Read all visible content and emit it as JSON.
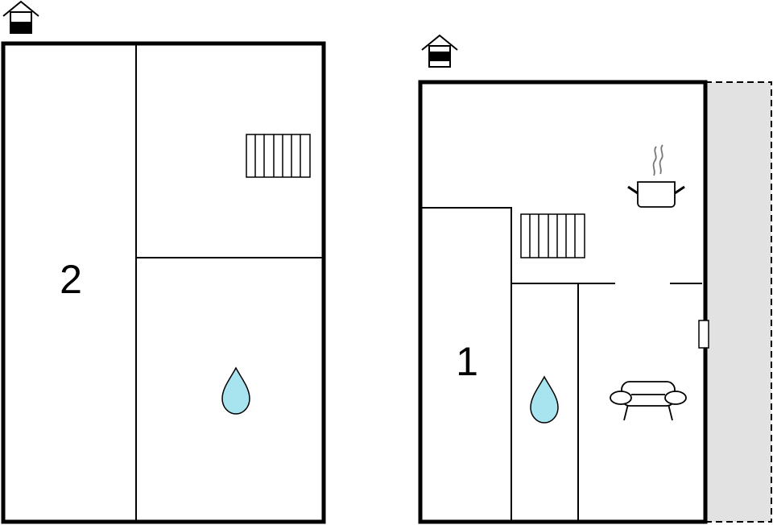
{
  "colors": {
    "wall": "#000000",
    "water_fill": "#a8e4f0",
    "terrace_fill": "#e2e2e2",
    "background": "#ffffff"
  },
  "plans": [
    {
      "id": "upper-floor",
      "floor_icon": "house-upper-floor-icon",
      "rooms": [
        {
          "type": "bedroom",
          "label": "2"
        },
        {
          "type": "stairs",
          "label": ""
        },
        {
          "type": "bathroom",
          "icon": "water-drop-icon",
          "label": ""
        }
      ]
    },
    {
      "id": "ground-floor",
      "floor_icon": "house-ground-floor-icon",
      "rooms": [
        {
          "type": "bedroom",
          "label": "1"
        },
        {
          "type": "stairs",
          "label": ""
        },
        {
          "type": "bathroom",
          "icon": "water-drop-icon",
          "label": ""
        },
        {
          "type": "kitchen",
          "icon": "cooking-pot-icon",
          "label": ""
        },
        {
          "type": "living-room",
          "icon": "sofa-icon",
          "label": ""
        },
        {
          "type": "terrace",
          "label": ""
        }
      ]
    }
  ]
}
